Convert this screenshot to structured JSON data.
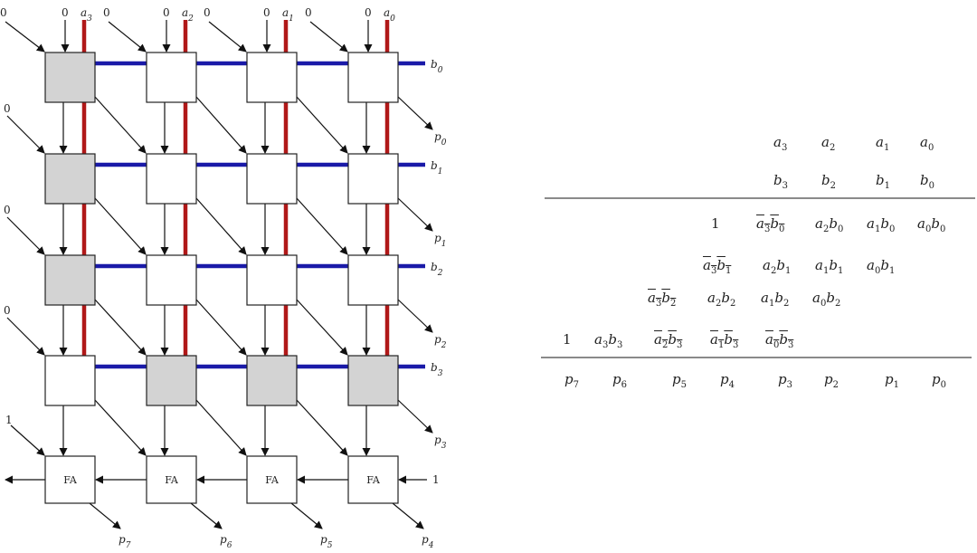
{
  "array": {
    "a_labels": [
      "a3",
      "a2",
      "a1",
      "a0"
    ],
    "b_labels": [
      "b0",
      "b1",
      "b2",
      "b3"
    ],
    "p_right_labels": [
      "p0",
      "p1",
      "p2",
      "p3"
    ],
    "p_bottom_labels": [
      "p7",
      "p6",
      "p5",
      "p4"
    ],
    "zero_label": "0",
    "one_label": "1",
    "fa_label": "FA",
    "cell_shaded": [
      [
        true,
        false,
        false,
        false
      ],
      [
        true,
        false,
        false,
        false
      ],
      [
        true,
        false,
        false,
        false
      ],
      [
        false,
        true,
        true,
        true
      ]
    ],
    "colors": {
      "a_line": "#b01818",
      "b_line": "#1a1aa8",
      "cell_shaded": "#d3d3d3",
      "arrow": "#111111"
    }
  },
  "table": {
    "row_a": [
      "a3",
      "a2",
      "a1",
      "a0"
    ],
    "row_b": [
      "b3",
      "b2",
      "b1",
      "b0"
    ],
    "row1_lead": "1",
    "row1": [
      "a3b0",
      "a2b0",
      "a1b0",
      "a0b0"
    ],
    "row2": [
      "a3b1",
      "a2b1",
      "a1b1",
      "a0b1"
    ],
    "row3": [
      "a3b2",
      "a2b2",
      "a1b2",
      "a0b2"
    ],
    "row4_lead": "1",
    "row4": [
      "a3b3",
      "a2b3",
      "a1b3",
      "a0b3"
    ],
    "result": [
      "p7",
      "p6",
      "p5",
      "p4",
      "p3",
      "p2",
      "p1",
      "p0"
    ]
  }
}
